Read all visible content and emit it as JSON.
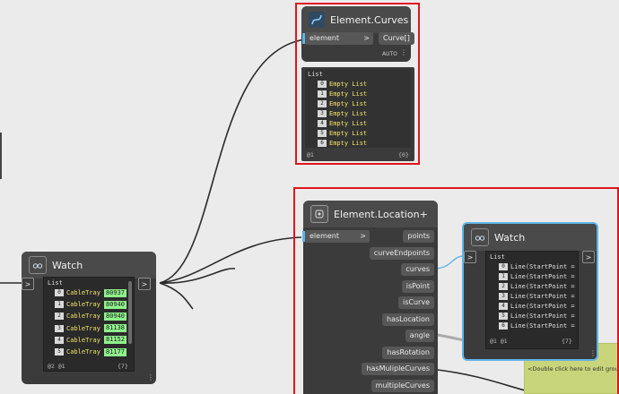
{
  "curves_node": {
    "title": "Element.Curves",
    "input": "element",
    "output": "Curve[]",
    "lacing": "AUTO",
    "list_header": "List",
    "items": [
      {
        "index": "0",
        "value": "Empty List"
      },
      {
        "index": "1",
        "value": "Empty List"
      },
      {
        "index": "2",
        "value": "Empty List"
      },
      {
        "index": "3",
        "value": "Empty List"
      },
      {
        "index": "4",
        "value": "Empty List"
      },
      {
        "index": "5",
        "value": "Empty List"
      },
      {
        "index": "6",
        "value": "Empty List"
      }
    ],
    "footer_level": "@1",
    "footer_count": "{0}"
  },
  "location_node": {
    "title": "Element.Location+",
    "input": "element",
    "outputs": [
      "points",
      "curveEndpoints",
      "curves",
      "isPoint",
      "isCurve",
      "hasLocation",
      "angle",
      "hasRotation",
      "hasMulipleCurves",
      "multipleCurves"
    ]
  },
  "watch_left": {
    "title": "Watch",
    "list_header": "List",
    "items": [
      {
        "index": "0",
        "label": "CableTray",
        "id": "80937"
      },
      {
        "index": "1",
        "label": "CableTray",
        "id": "80940"
      },
      {
        "index": "2",
        "label": "CableTray",
        "id": "80940"
      },
      {
        "index": "3",
        "label": "CableTray",
        "id": "81138"
      },
      {
        "index": "4",
        "label": "CableTray",
        "id": "81152"
      },
      {
        "index": "5",
        "label": "CableTray",
        "id": "81177"
      }
    ],
    "footer_level": "@2 @1",
    "footer_count": "{7}"
  },
  "watch_right": {
    "title": "Watch",
    "list_header": "List",
    "items": [
      {
        "index": "0",
        "value": "Line(StartPoint ="
      },
      {
        "index": "1",
        "value": "Line(StartPoint ="
      },
      {
        "index": "2",
        "value": "Line(StartPoint ="
      },
      {
        "index": "3",
        "value": "Line(StartPoint ="
      },
      {
        "index": "4",
        "value": "Line(StartPoint ="
      },
      {
        "index": "5",
        "value": "Line(StartPoint ="
      },
      {
        "index": "6",
        "value": "Line(StartPoint ="
      }
    ],
    "footer_level": "@1 @1",
    "footer_count": "{7}"
  },
  "group": {
    "hint": "<Double click here to edit group de"
  },
  "colors": {
    "wire": "#2b2b2b",
    "selection": "#e0141e",
    "port_accent": "#5fb3e6",
    "highlight": "#8ff28b",
    "group": "#c8d57a"
  }
}
